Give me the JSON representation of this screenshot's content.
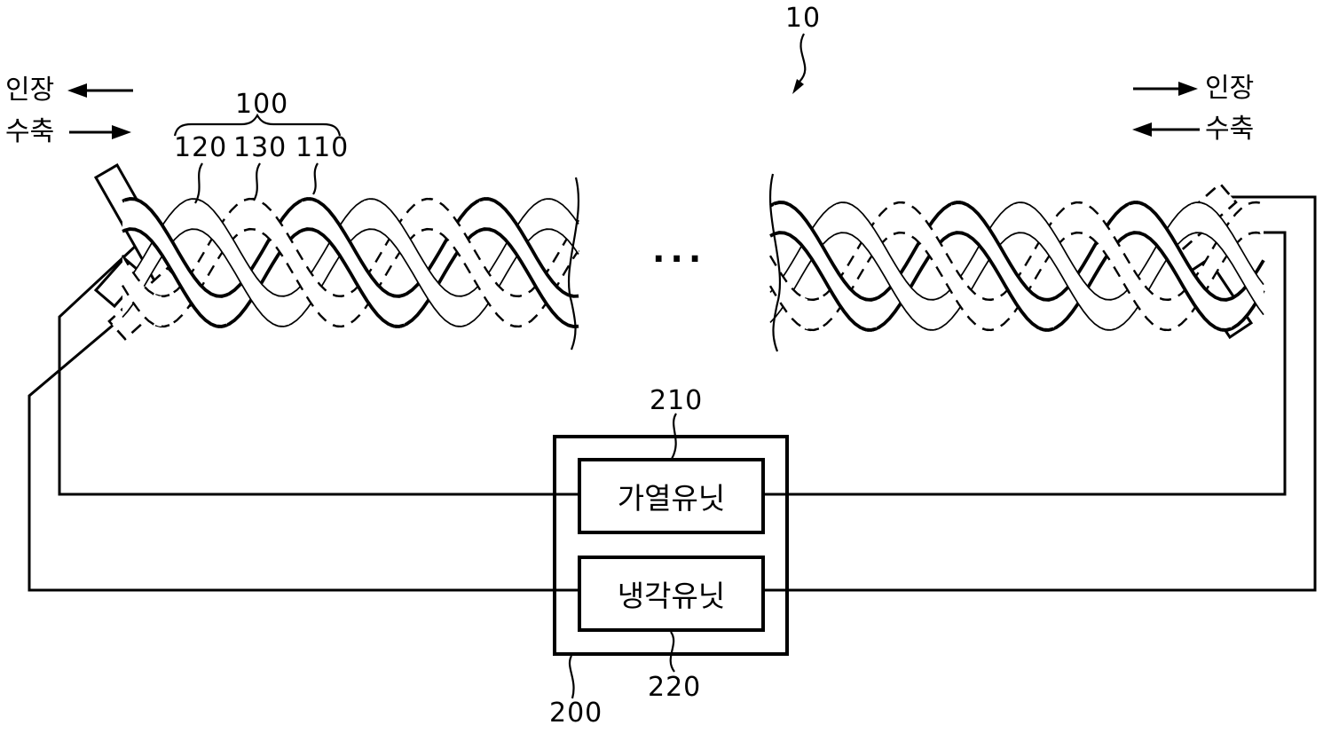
{
  "labels": {
    "ref_10": "10",
    "ref_100": "100",
    "ref_120": "120",
    "ref_130": "130",
    "ref_110": "110",
    "ref_200": "200",
    "ref_210": "210",
    "ref_220": "220",
    "tension_left": "인장",
    "contraction_left": "수축",
    "tension_right": "인장",
    "contraction_right": "수축",
    "heating_unit": "가열유닛",
    "cooling_unit": "냉각유닛",
    "ellipsis": "..."
  },
  "colors": {
    "line": "#000000",
    "background": "#ffffff"
  }
}
